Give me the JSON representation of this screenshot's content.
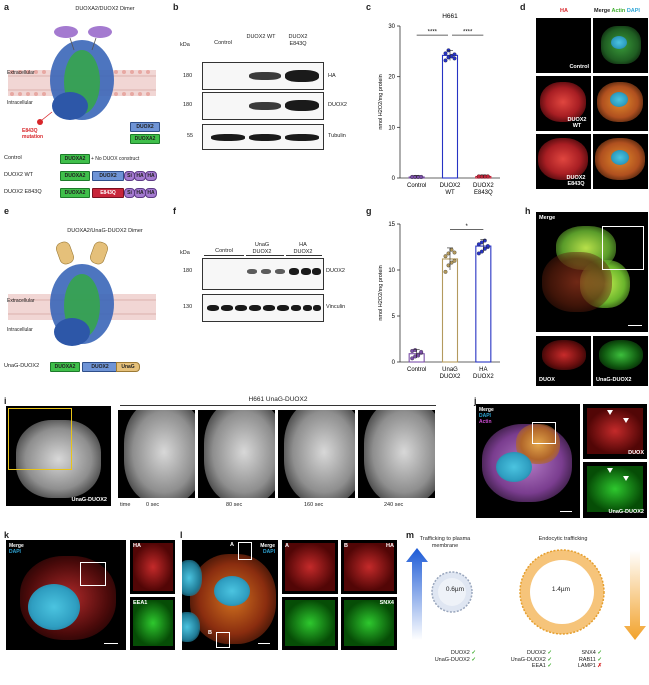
{
  "panels": {
    "a": {
      "label": "a",
      "title": "DUOXA2/DUOX2 Dimer",
      "extracellular": "Extracellular",
      "intracellular": "Intracellular",
      "mutation": "E843Q mutation",
      "legend_duox2": "DUOX2",
      "legend_duoxa2": "DUOXA2",
      "tags": {
        "si": "Si",
        "ha": "HA"
      },
      "constructs": [
        {
          "name": "Control",
          "parts": [
            "DUOXA2"
          ],
          "note": "+ No DUOX construct"
        },
        {
          "name": "DUOX2 WT",
          "parts": [
            "DUOXA2",
            "DUOX2",
            "Si",
            "HA",
            "HA"
          ]
        },
        {
          "name": "DUOX2 E843Q",
          "parts": [
            "DUOXA2",
            "E843Q",
            "Si",
            "HA",
            "HA"
          ]
        }
      ]
    },
    "b": {
      "label": "b",
      "kda": "kDa",
      "lanes": [
        "Control",
        "DUOX2 WT",
        "DUOX2 E843Q"
      ],
      "blots": [
        {
          "kda": "180",
          "name": "HA"
        },
        {
          "kda": "180",
          "name": "DUOX2"
        },
        {
          "kda": "55",
          "name": "Tubulin"
        }
      ]
    },
    "c": {
      "label": "c",
      "title": "H661",
      "ylabel": "nmol H2O2/mg protein",
      "sig1": "****",
      "sig2": "****"
    },
    "d": {
      "label": "d",
      "header_ha": "HA",
      "header_merge": "Merge",
      "header_actin": "Actin",
      "header_dapi": "DAPI",
      "rows": [
        "Control",
        "DUOX2 WT",
        "DUOX2 E843Q"
      ]
    },
    "e": {
      "label": "e",
      "title": "DUOXA2/UnaG-DUOX2 Dimer",
      "extracellular": "Extracellular",
      "intracellular": "Intracellular",
      "construct_name": "UnaG-DUOX2",
      "parts": [
        "DUOXA2",
        "DUOX2",
        "UnaG"
      ]
    },
    "f": {
      "label": "f",
      "kda": "kDa",
      "groups": [
        "Control",
        "UnaG DUOX2",
        "HA DUOX2"
      ],
      "blots": [
        {
          "kda": "180",
          "name": "DUOX2"
        },
        {
          "kda": "130",
          "name": "Vinculin"
        }
      ]
    },
    "g": {
      "label": "g",
      "ylabel": "nmol H2O2/mg protein",
      "sig": "*"
    },
    "h": {
      "label": "h",
      "merge": "Merge",
      "duox": "DUOX",
      "unag": "UnaG-DUOX2"
    },
    "i": {
      "label": "i",
      "caption": "UnaG-DUOX2",
      "title": "H661 UnaG-DUOX2",
      "time_label": "time",
      "times": [
        "0 sec",
        "80 sec",
        "160 sec",
        "240 sec"
      ]
    },
    "j": {
      "label": "j",
      "merge": "Merge",
      "dapi": "DAPI",
      "actin": "Actin",
      "duox": "DUOX",
      "unag": "UnaG-DUOX2"
    },
    "k": {
      "label": "k",
      "merge": "Merge",
      "dapi": "DAPI",
      "ha": "HA",
      "eea1": "EEA1"
    },
    "l": {
      "label": "l",
      "merge": "Merge",
      "dapi": "DAPI",
      "inset_a": "A",
      "inset_b": "B",
      "ha": "HA",
      "snx4": "SNX4"
    },
    "m": {
      "label": "m",
      "left_title": "Trafficking to plasma membrane",
      "right_title": "Endocytic trafficking",
      "left_size": "0.6µm",
      "right_size": "1.4µm",
      "left_markers": [
        {
          "name": "DUOX2",
          "status": "✓"
        },
        {
          "name": "UnaG-DUOX2",
          "status": "✓"
        }
      ],
      "right_markers_a": [
        {
          "name": "DUOX2",
          "status": "✓"
        },
        {
          "name": "UnaG-DUOX2",
          "status": "✓"
        },
        {
          "name": "EEA1",
          "status": "✓"
        }
      ],
      "right_markers_b": [
        {
          "name": "SNX4",
          "status": "✓"
        },
        {
          "name": "RAB11",
          "status": "✓"
        },
        {
          "name": "LAMP1",
          "status": "✗"
        }
      ]
    }
  },
  "chart_data": [
    {
      "type": "bar",
      "panel": "c",
      "title": "H661",
      "categories": [
        "Control",
        "DUOX2 WT",
        "DUOX2 E843Q"
      ],
      "values": [
        0.2,
        24.2,
        0.3
      ],
      "points": [
        [
          0.2,
          0.2,
          0.2,
          0.2,
          0.2,
          0.2,
          0.2,
          0.2
        ],
        [
          23.2,
          23.8,
          24.1,
          24.4,
          24.6,
          25.2,
          24.0,
          23.6
        ],
        [
          0.3,
          0.3,
          0.3,
          0.3,
          0.3,
          0.3,
          0.3,
          0.3
        ]
      ],
      "colors": [
        "#7b4fa8",
        "#2733c4",
        "#c8253a"
      ],
      "ylabel": "nmol H2O2/mg protein",
      "ylim": [
        0,
        30
      ],
      "yticks": [
        0,
        10,
        20,
        30
      ]
    },
    {
      "type": "bar",
      "panel": "g",
      "categories": [
        "Control",
        "UnaG DUOX2",
        "HA DUOX2"
      ],
      "values": [
        0.9,
        11.2,
        12.6
      ],
      "points": [
        [
          0.4,
          0.6,
          0.8,
          1.0,
          1.2,
          1.3,
          0.7,
          1.1
        ],
        [
          9.8,
          10.5,
          10.8,
          11.0,
          11.5,
          11.8,
          12.2,
          11.9
        ],
        [
          11.8,
          12.0,
          12.3,
          12.5,
          12.8,
          13.0,
          13.2,
          12.6
        ]
      ],
      "colors": [
        "#7b4fa8",
        "#b39a5e",
        "#2733c4"
      ],
      "ylabel": "nmol H2O2/mg protein",
      "ylim": [
        0,
        15
      ],
      "yticks": [
        0,
        5,
        10,
        15
      ]
    }
  ],
  "colors": {
    "duoxa2": "#3fbf4a",
    "duox2": "#6f94d6",
    "mutant": "#c8253a",
    "ha": "#a47ad0",
    "unag": "#e5c07a",
    "check": "#3fae2f",
    "cross": "#d62828"
  }
}
